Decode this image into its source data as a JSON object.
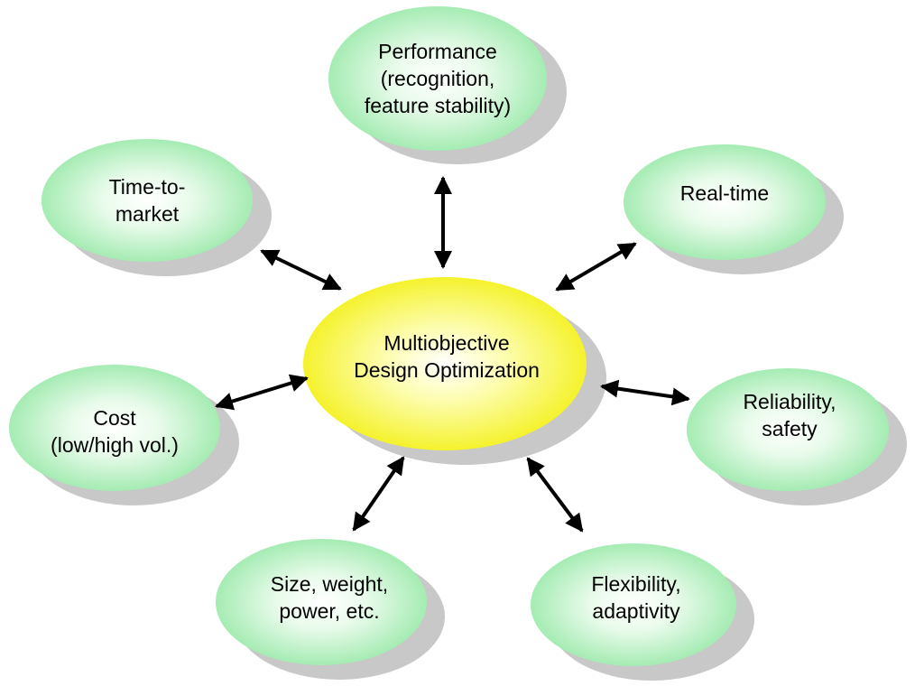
{
  "diagram": {
    "center": {
      "lines": [
        "Multiobjective",
        "Design Optimization"
      ],
      "color": "#ffff00"
    },
    "node_color": "#a8f0b4",
    "nodes": {
      "performance": {
        "lines": [
          "Performance",
          "(recognition,",
          "feature stability)"
        ]
      },
      "time_to_market": {
        "lines": [
          "Time-to-",
          "market"
        ]
      },
      "real_time": {
        "lines": [
          "Real-time"
        ]
      },
      "cost": {
        "lines": [
          "Cost",
          "(low/high vol.)"
        ]
      },
      "reliability": {
        "lines": [
          "Reliability,",
          "safety"
        ]
      },
      "size": {
        "lines": [
          "Size, weight,",
          "power, etc."
        ]
      },
      "flexibility": {
        "lines": [
          "Flexibility,",
          "adaptivity"
        ]
      }
    }
  }
}
